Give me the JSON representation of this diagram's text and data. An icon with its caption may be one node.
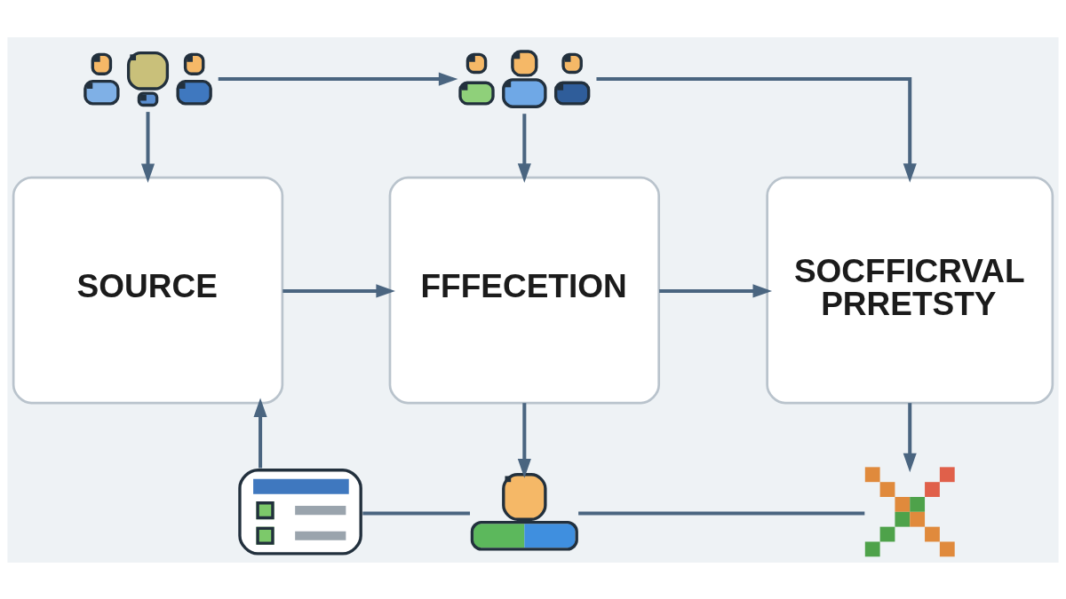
{
  "diagram": {
    "nodes": [
      {
        "text": [],
        "shape": "picture"
      },
      {
        "text": [],
        "shape": "picture"
      },
      {
        "text": [
          "SOURCE"
        ]
      },
      {
        "text": [
          "FFFECETION"
        ]
      },
      {
        "text": [
          "SOCFFICRVAL PRRETSTY"
        ]
      },
      {
        "text": [],
        "shape": "picture"
      },
      {
        "text": [],
        "shape": "picture"
      },
      {
        "text": [],
        "shape": "picture"
      }
    ],
    "edges": [
      {
        "from": 0,
        "to": 1,
        "arrow": "to"
      },
      {
        "from": 1,
        "to": 4,
        "arrow": "to"
      },
      {
        "from": 0,
        "to": 2,
        "arrow": "to"
      },
      {
        "from": 1,
        "to": 3,
        "arrow": "to"
      },
      {
        "from": 2,
        "to": 3,
        "arrow": "to"
      },
      {
        "from": 3,
        "to": 4,
        "arrow": "to"
      },
      {
        "from": 5,
        "to": 2,
        "arrow": "to"
      },
      {
        "from": 3,
        "to": 6,
        "arrow": "to"
      },
      {
        "from": 4,
        "to": 7,
        "arrow": "to"
      },
      {
        "from": 5,
        "to": 6,
        "arrow": "none"
      },
      {
        "from": 6,
        "to": 7,
        "arrow": "none"
      }
    ]
  }
}
